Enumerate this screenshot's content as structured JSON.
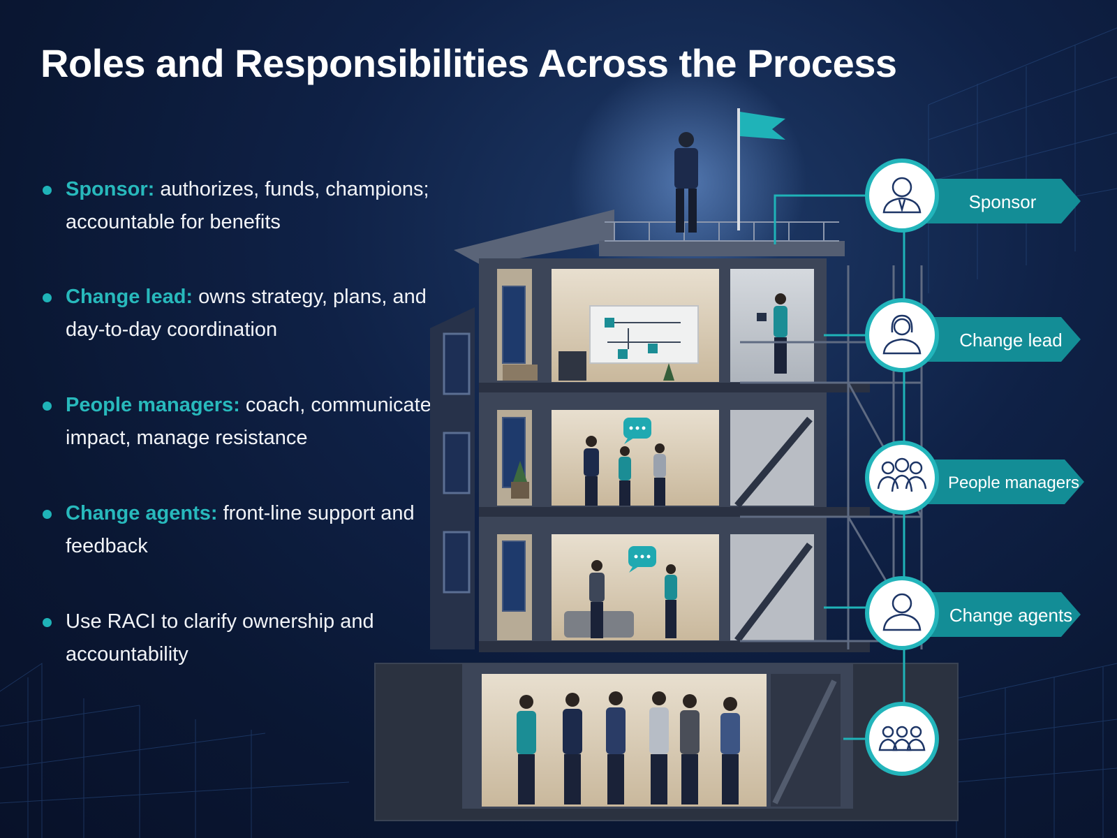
{
  "title": "Roles and Responsibilities Across the Process",
  "colors": {
    "accent": "#1fb3b8",
    "term": "#28b9bc",
    "background": "#0b1a3a",
    "ribbon": "#138d96",
    "circle_ring": "#23b5bb"
  },
  "bullets": [
    {
      "term": "Sponsor:",
      "desc": " authorizes, funds, champions; accountable for benefits"
    },
    {
      "term": "Change lead:",
      "desc": " owns strategy, plans, and day-to-day coordination"
    },
    {
      "term": "People managers:",
      "desc": " coach, communicate impact, manage resistance"
    },
    {
      "term": "Change agents:",
      "desc": " front-line support and feedback"
    },
    {
      "term": "",
      "desc": "Use RACI to clarify ownership and accountability"
    }
  ],
  "roles": [
    {
      "label": "Sponsor",
      "icon": "person-with-tie-icon"
    },
    {
      "label": "Change lead",
      "icon": "person-long-hair-icon"
    },
    {
      "label": "People managers",
      "icon": "three-people-icon"
    },
    {
      "label": "Change agents",
      "icon": "single-person-icon"
    },
    {
      "label": "",
      "icon": "group-people-icon"
    }
  ]
}
